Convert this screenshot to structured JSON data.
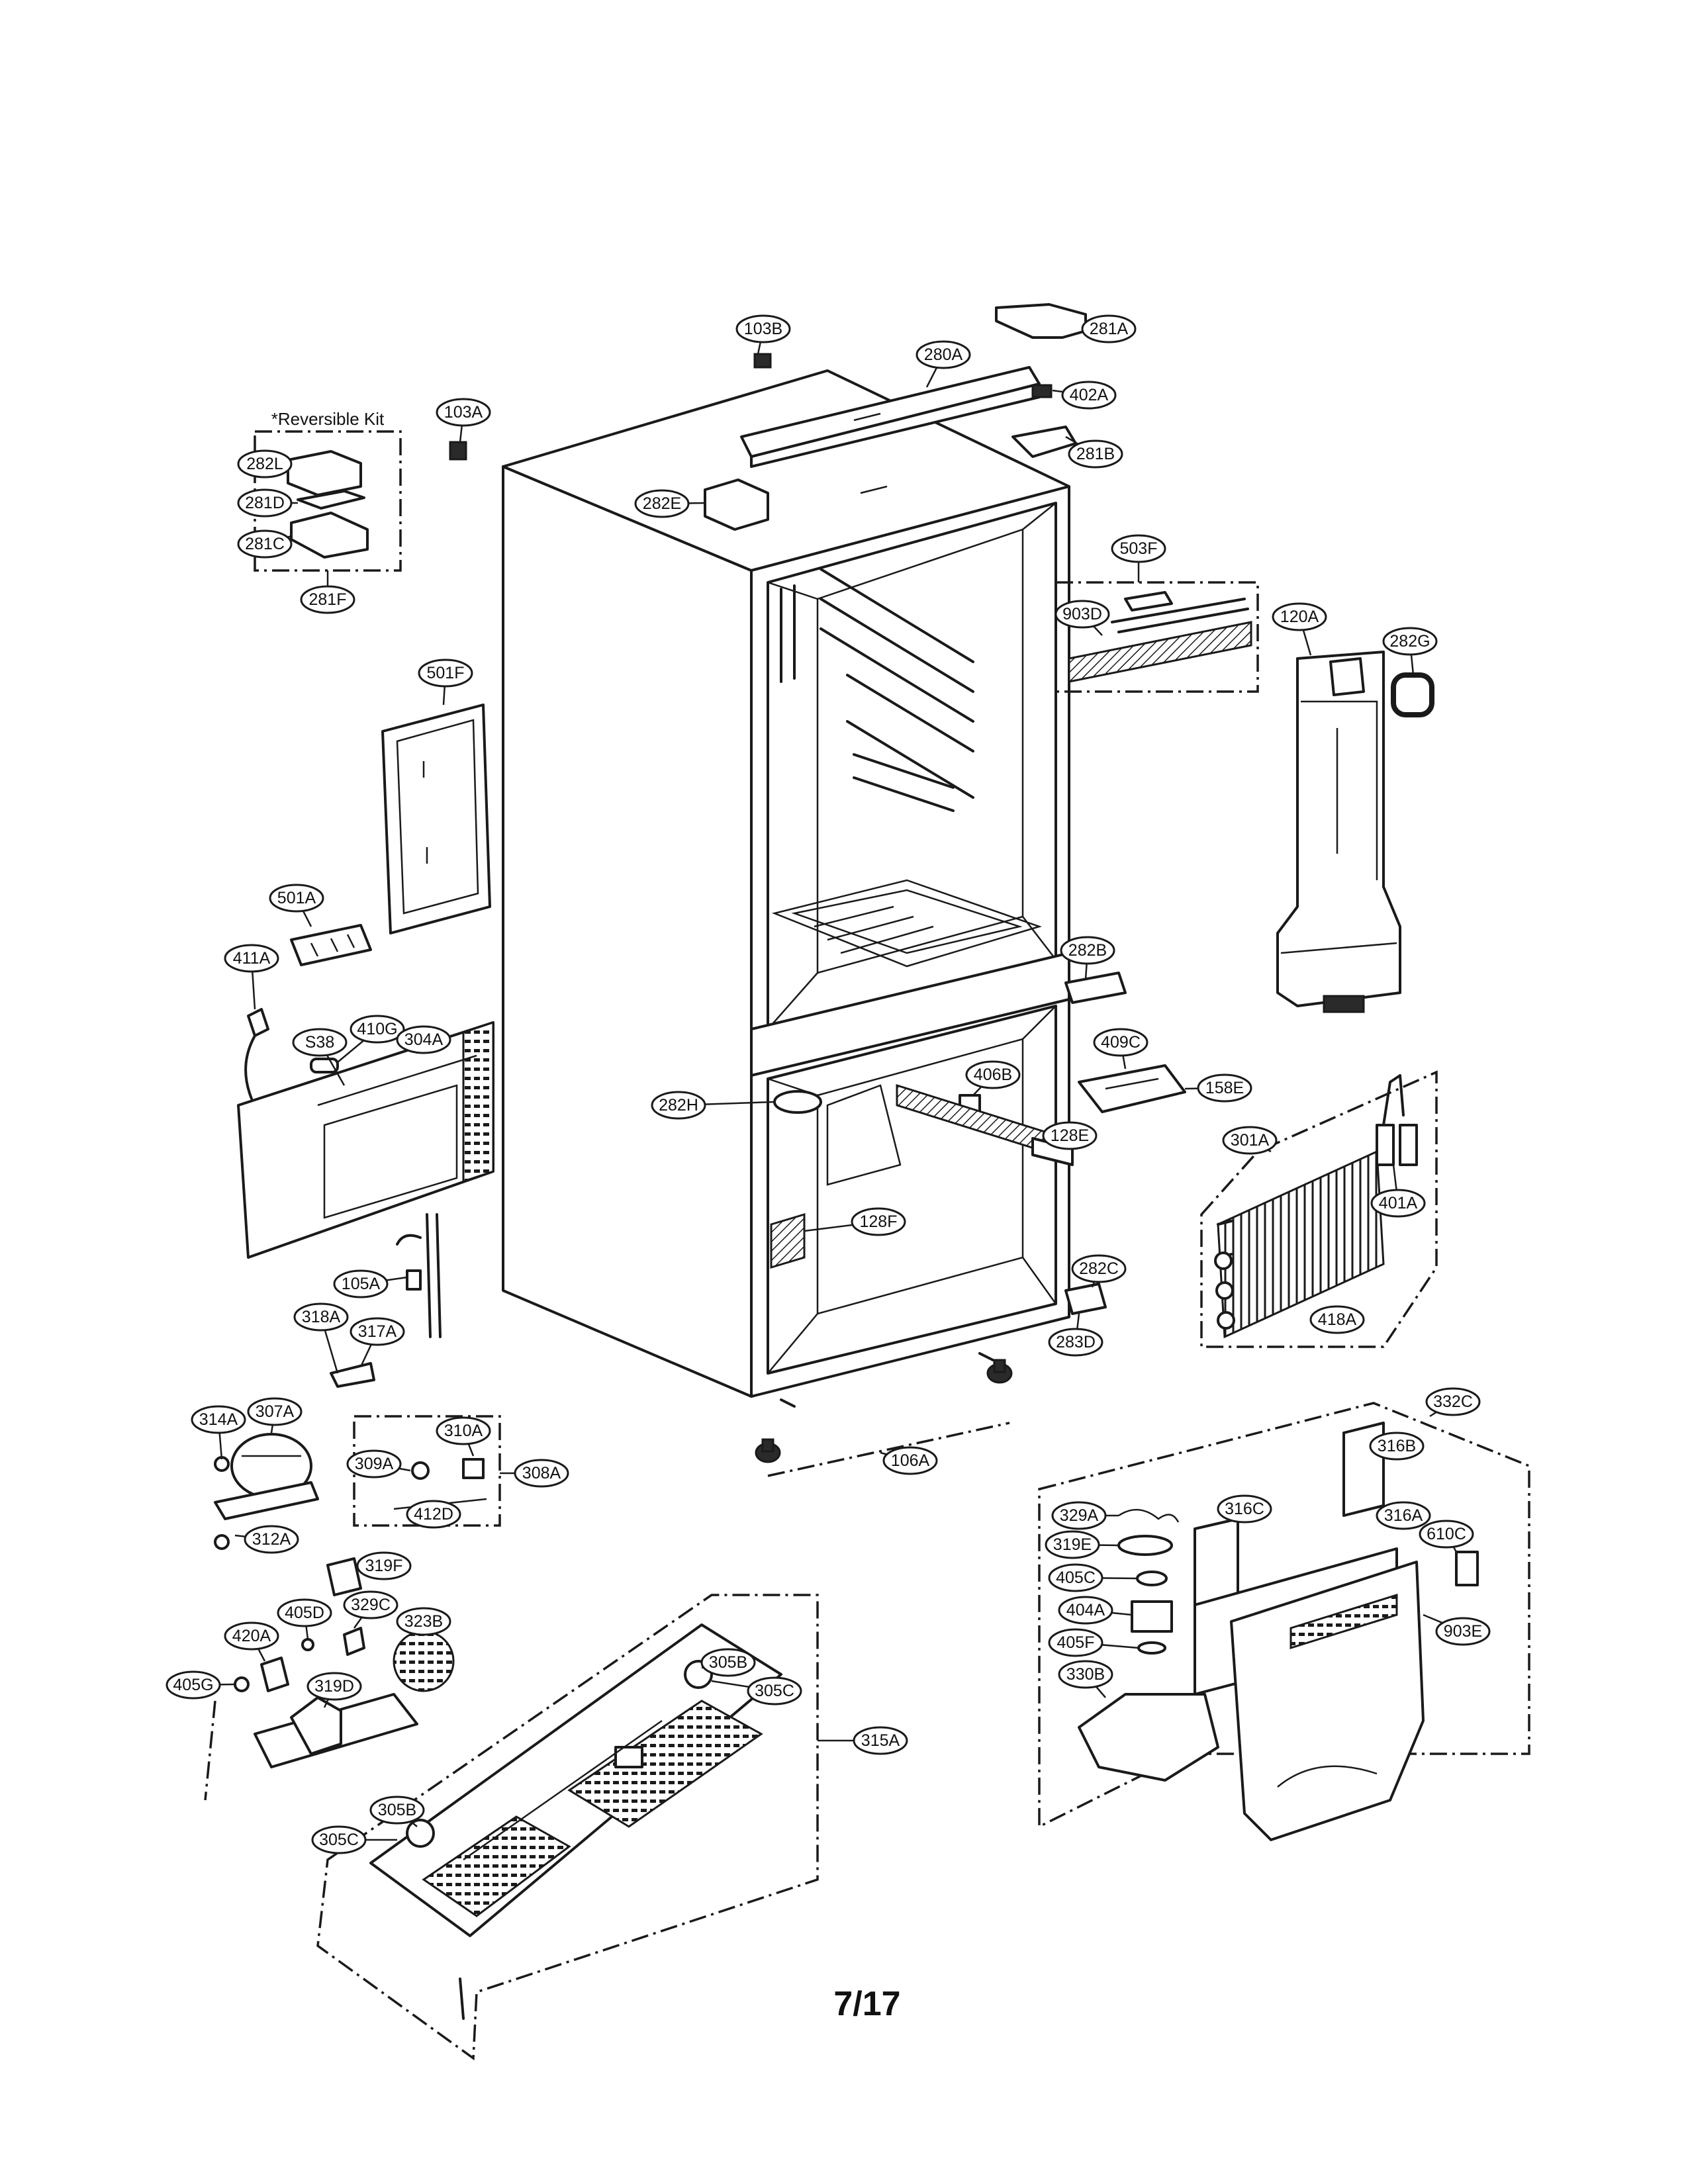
{
  "page_number": "7/17",
  "kit_label": "*Reversible Kit",
  "callouts": [
    {
      "id": "103B"
    },
    {
      "id": "280A"
    },
    {
      "id": "281A"
    },
    {
      "id": "402A"
    },
    {
      "id": "281B"
    },
    {
      "id": "103A"
    },
    {
      "id": "282L"
    },
    {
      "id": "281D"
    },
    {
      "id": "281C"
    },
    {
      "id": "281F"
    },
    {
      "id": "282E"
    },
    {
      "id": "503F"
    },
    {
      "id": "903D"
    },
    {
      "id": "120A"
    },
    {
      "id": "282G"
    },
    {
      "id": "501F"
    },
    {
      "id": "501A"
    },
    {
      "id": "411A"
    },
    {
      "id": "410G"
    },
    {
      "id": "S38"
    },
    {
      "id": "304A"
    },
    {
      "id": "282B"
    },
    {
      "id": "406B"
    },
    {
      "id": "409C"
    },
    {
      "id": "158E"
    },
    {
      "id": "282H"
    },
    {
      "id": "128E"
    },
    {
      "id": "301A"
    },
    {
      "id": "401A"
    },
    {
      "id": "128F"
    },
    {
      "id": "105A"
    },
    {
      "id": "282C"
    },
    {
      "id": "418A"
    },
    {
      "id": "283D"
    },
    {
      "id": "318A"
    },
    {
      "id": "317A"
    },
    {
      "id": "314A"
    },
    {
      "id": "307A"
    },
    {
      "id": "310A"
    },
    {
      "id": "309A"
    },
    {
      "id": "308A"
    },
    {
      "id": "412D"
    },
    {
      "id": "312A"
    },
    {
      "id": "106A"
    },
    {
      "id": "332C"
    },
    {
      "id": "316B"
    },
    {
      "id": "329A"
    },
    {
      "id": "316C"
    },
    {
      "id": "316A"
    },
    {
      "id": "319E"
    },
    {
      "id": "610C"
    },
    {
      "id": "405C"
    },
    {
      "id": "404A"
    },
    {
      "id": "903E"
    },
    {
      "id": "405F"
    },
    {
      "id": "330B"
    },
    {
      "id": "319F"
    },
    {
      "id": "405D"
    },
    {
      "id": "329C"
    },
    {
      "id": "323B"
    },
    {
      "id": "420A"
    },
    {
      "id": "405G"
    },
    {
      "id": "319D"
    },
    {
      "id": "305B"
    },
    {
      "id": "305C"
    },
    {
      "id": "315A"
    },
    {
      "id": "305B"
    },
    {
      "id": "305C"
    }
  ]
}
